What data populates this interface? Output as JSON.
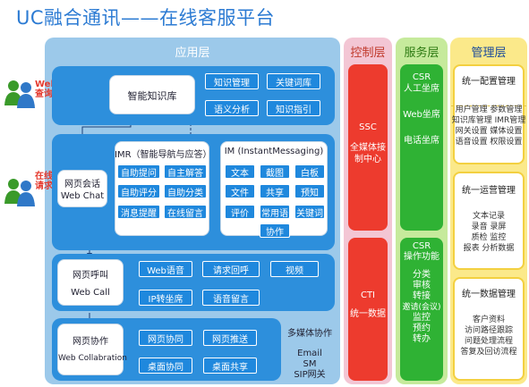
{
  "title": "UC融合通讯——在线客服平台",
  "columns": {
    "app": "应用层",
    "control": "控制层",
    "service": "服务层",
    "management": "管理层"
  },
  "users": {
    "web_query": [
      "Web",
      "查询"
    ],
    "online_request": [
      "在线",
      "请求"
    ]
  },
  "knowledge": {
    "title": "智能知识库",
    "items": [
      "知识管理",
      "关键词库",
      "语义分析",
      "知识指引"
    ]
  },
  "webchat": {
    "title": [
      "网页会话",
      "Web Chat"
    ],
    "imr_title": "IMR（智能导航与应答）",
    "imr_items": [
      "自助提问",
      "自主解答",
      "自助评分",
      "自助分类",
      "消息提醒",
      "在线留言"
    ],
    "im_title": "IM (InstantMessaging)",
    "im_items": [
      "文本",
      "截图",
      "白板",
      "文件",
      "共享",
      "预知",
      "评价",
      "常用语",
      "关键词"
    ],
    "im_extra": "协作"
  },
  "webcall": {
    "title": [
      "网页呼叫",
      "Web Call"
    ],
    "items": [
      "Web语音",
      "请求回呼",
      "视频",
      "IP转坐席",
      "语音留言"
    ]
  },
  "collab": {
    "title": [
      "网页协作",
      "Web Collabration"
    ],
    "items": [
      "网页协同",
      "网页推送",
      "桌面协同",
      "桌面共享"
    ]
  },
  "multimedia": {
    "title": "多媒体协作",
    "lines": [
      "Email",
      "SM",
      "SIP网关"
    ]
  },
  "control": {
    "ssc": [
      "SSC",
      "全媒体接",
      "制中心"
    ],
    "cti": [
      "CTI",
      "统一数据"
    ]
  },
  "service": {
    "top": [
      "CSR",
      "人工坐席",
      "Web坐席",
      "电话坐席"
    ],
    "bottom": [
      "CSR",
      "操作功能",
      "分类",
      "审核",
      "转接",
      "邀请(会议)",
      "监控",
      "预约",
      "转办"
    ]
  },
  "management": {
    "config": {
      "title": "统一配置管理",
      "lines": [
        "用户管理 参数管理",
        "知识库管理 IMR管理",
        "网关设置 媒体设置",
        "语音设置 权限设置"
      ]
    },
    "ops": {
      "title": "统一运营管理",
      "lines": [
        "文本记录",
        "录音 录屏",
        "质检 监控",
        "报表 分析数据"
      ]
    },
    "data": {
      "title": "统一数据管理",
      "lines": [
        "客户资料",
        "访问路径跟踪",
        "问题处理流程",
        "答复及回访流程"
      ]
    }
  },
  "colors": {
    "title_blue": "#2c7bd3",
    "panel_blue": "#2d8fdc",
    "control_red": "#ed3b2e",
    "service_green": "#2fb234",
    "mgmt_yellow": "#fbe98a"
  }
}
